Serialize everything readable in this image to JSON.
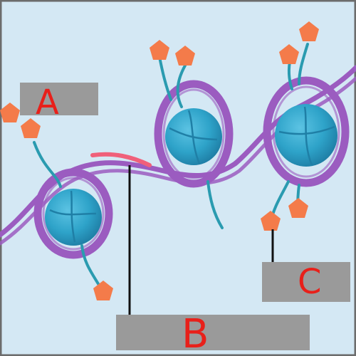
{
  "diagram": {
    "colors": {
      "background": "#d4e8f4",
      "frame": "#6c6c6c",
      "dna": "#9b5cc0",
      "dna_highlight": "#f0607a",
      "histone": "#2ea3c9",
      "histone_dark": "#1f7fa6",
      "histone_light": "#5cc3e3",
      "tail": "#2a9bb0",
      "modification": "#f47b4a",
      "label_box": "#9a9a9a",
      "label_text": "#e8201a",
      "pointer_line": "#111111"
    },
    "labels": {
      "a": "A",
      "b": "B",
      "c": "C"
    }
  }
}
